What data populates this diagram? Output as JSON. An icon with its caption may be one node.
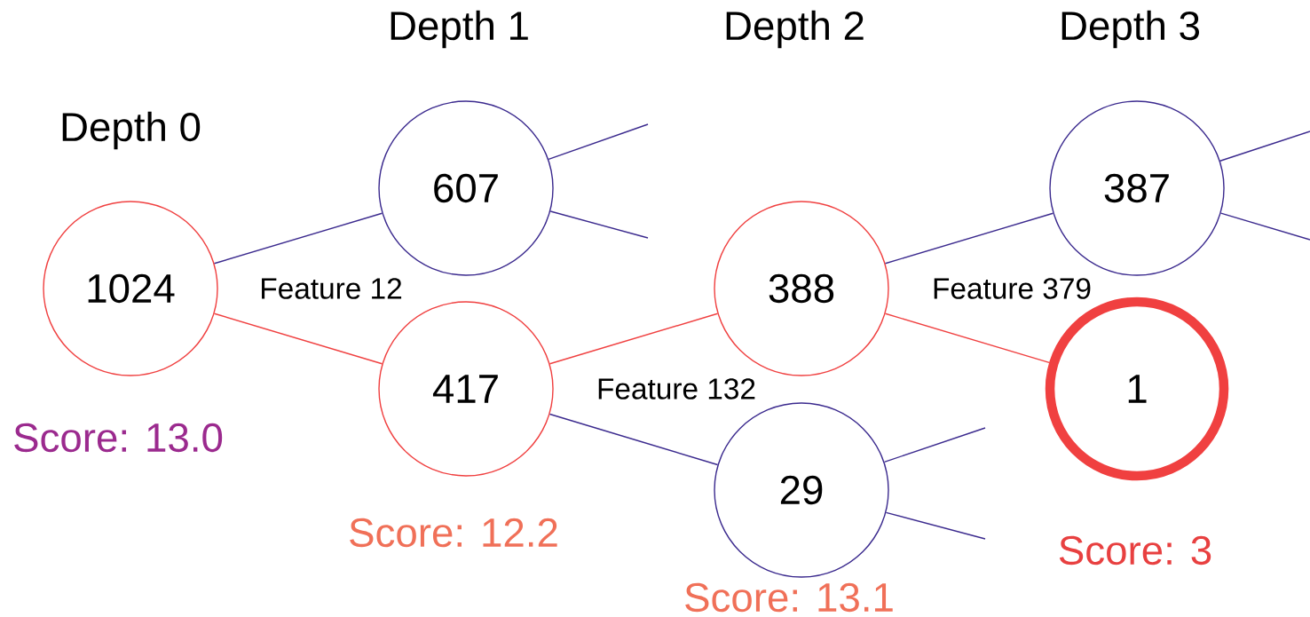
{
  "diagram": {
    "nodes": [
      {
        "text": [
          "1024"
        ],
        "beside": [
          "Score: 13.0"
        ]
      },
      {
        "text": [
          "607"
        ]
      },
      {
        "text": [
          "417"
        ],
        "beside": [
          "Score: 12.2"
        ]
      },
      {
        "text": [
          "388"
        ]
      },
      {
        "text": [
          "29"
        ],
        "beside": [
          "Score: 13.1"
        ]
      },
      {
        "text": [
          "387"
        ]
      },
      {
        "text": [
          "1"
        ],
        "beside": [
          "Score: 3"
        ]
      }
    ],
    "edges": [
      {
        "from": 0,
        "to": 1,
        "arrow": "none"
      },
      {
        "from": 0,
        "to": 2,
        "arrow": "none",
        "color": "#f04040"
      },
      {
        "from": 1,
        "to": null,
        "arrow": "none"
      },
      {
        "from": 1,
        "to": null,
        "arrow": "none"
      },
      {
        "from": 2,
        "to": 3,
        "arrow": "none",
        "color": "#f04040"
      },
      {
        "from": 2,
        "to": 4,
        "arrow": "none"
      },
      {
        "from": 3,
        "to": 5,
        "arrow": "none"
      },
      {
        "from": 3,
        "to": 6,
        "arrow": "none",
        "color": "#f04040"
      },
      {
        "from": 4,
        "to": null,
        "arrow": "none"
      },
      {
        "from": 4,
        "to": null,
        "arrow": "none"
      },
      {
        "from": 5,
        "to": null,
        "arrow": "none"
      },
      {
        "from": 5,
        "to": null,
        "arrow": "none"
      }
    ],
    "labels": [
      "Depth 1",
      "Depth 2",
      "Depth 3",
      "Depth 0",
      "Feature 12",
      "Feature 379",
      "Feature 132"
    ]
  }
}
